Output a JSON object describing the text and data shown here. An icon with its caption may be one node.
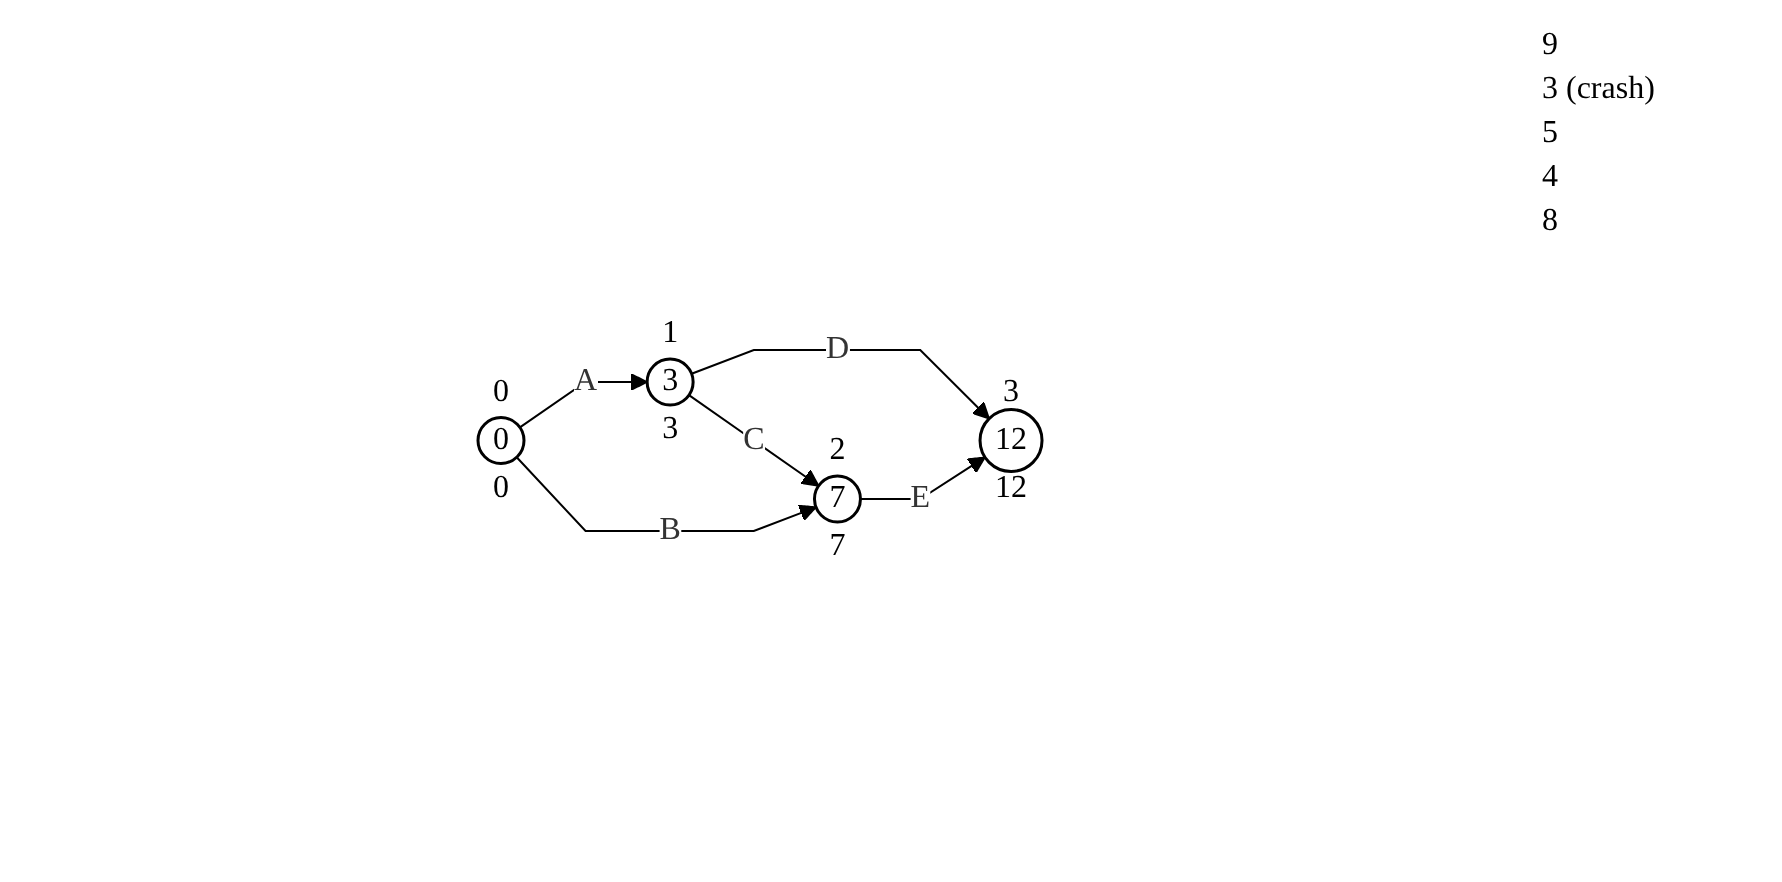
{
  "diagram": {
    "nodes": [
      {
        "text": [
          "1",
          "3",
          "3"
        ]
      },
      {
        "text": [
          "3",
          "12",
          "12"
        ]
      },
      {
        "text": [
          "0",
          "0",
          "0"
        ]
      },
      {
        "text": [
          "2",
          "7",
          "7"
        ]
      }
    ],
    "edges": [
      {
        "from": 2,
        "to": 0,
        "arrow": "to",
        "label": "A"
      },
      {
        "from": 0,
        "to": 1,
        "arrow": "to",
        "label": "D"
      },
      {
        "from": 0,
        "to": 3,
        "arrow": "to",
        "label": "C"
      },
      {
        "from": 2,
        "to": 3,
        "arrow": "to",
        "label": "B"
      },
      {
        "from": 3,
        "to": 1,
        "arrow": "to",
        "label": "E"
      }
    ],
    "labels": [
      "9",
      "3 (crash)",
      "5",
      "4",
      "8"
    ]
  }
}
